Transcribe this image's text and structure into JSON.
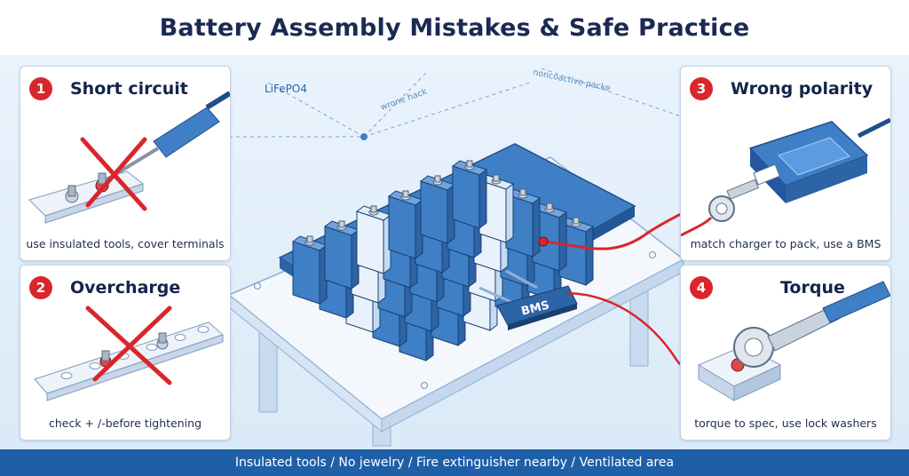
{
  "header": {
    "title": "Battery Assembly Mistakes & Safe Practice"
  },
  "scene": {
    "labels": {
      "chemistry": "LiFePO4",
      "wrong_label": "wrone hack",
      "pack_label": "noncoactive packe",
      "bms": "BMS"
    }
  },
  "cards": [
    {
      "number": "1",
      "title": "Short circuit",
      "caption": "use insulated tools, cover terminals"
    },
    {
      "number": "2",
      "title": "Overcharge",
      "caption": "check + /-before tightening"
    },
    {
      "number": "3",
      "title": "Wrong polarity",
      "caption": "match charger to pack, use a BMS"
    },
    {
      "number": "4",
      "title": "Torque",
      "caption": "torque to spec, use lock washers"
    }
  ],
  "footer": {
    "text": "Insulated tools / No jewelry / Fire extinguisher nearby / Ventilated area"
  },
  "colors": {
    "accent_red": "#d9262b",
    "battery_blue": "#3f7fc6",
    "navy_text": "#13244a",
    "footer_blue": "#1f5fa8"
  }
}
